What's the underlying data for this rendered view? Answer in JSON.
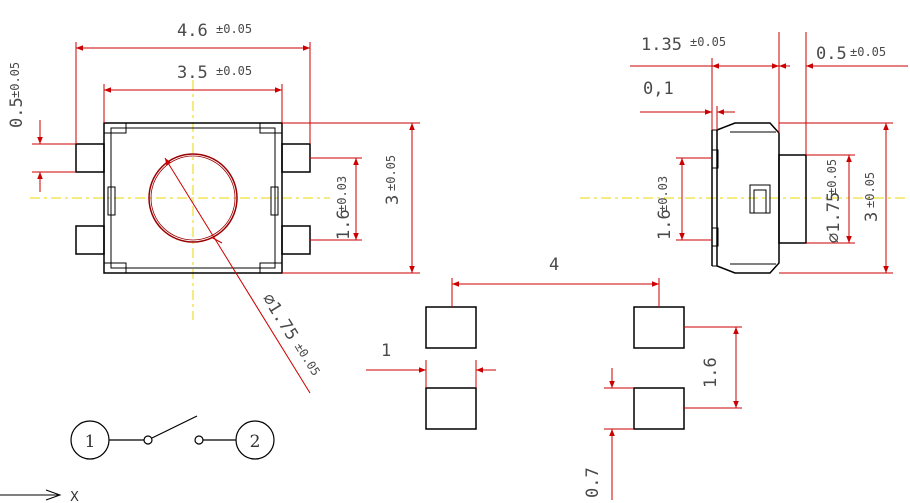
{
  "dimensions": {
    "total_width": {
      "value": "4.6",
      "tol": "±0.05"
    },
    "inner_width": {
      "value": "3.5",
      "tol": "±0.05"
    },
    "pin_width": {
      "value": "0.5",
      "tol": "±0.05"
    },
    "pin_gap": {
      "value": "1.6",
      "tol": "±0.03"
    },
    "height": {
      "value": "3",
      "tol": "±0.05"
    },
    "button_diameter": {
      "value": "⌀1.75",
      "tol": "±0.05"
    },
    "side_depth": {
      "value": "1.35",
      "tol": "±0.05"
    },
    "side_offset": {
      "value": "0,1"
    },
    "side_pin": {
      "value": "0.5",
      "tol": "±0.05"
    },
    "side_pin_gap": {
      "value": "1.6",
      "tol": "±0.03"
    },
    "side_button": {
      "value": "⌀1.75",
      "tol": "±0.05"
    },
    "side_height": {
      "value": "3",
      "tol": "±0.05"
    }
  },
  "pad_layout": {
    "pitch": "4",
    "pad_width": "1",
    "pad_gap": "1.6",
    "pad_height": "0.7"
  },
  "schematic": {
    "pin1": "1",
    "pin2": "2"
  },
  "axis": {
    "x_label": "X"
  },
  "colors": {
    "dimension": "#cc0000",
    "outline": "#000000",
    "centerline": "#e8d800",
    "button": "#990000"
  }
}
